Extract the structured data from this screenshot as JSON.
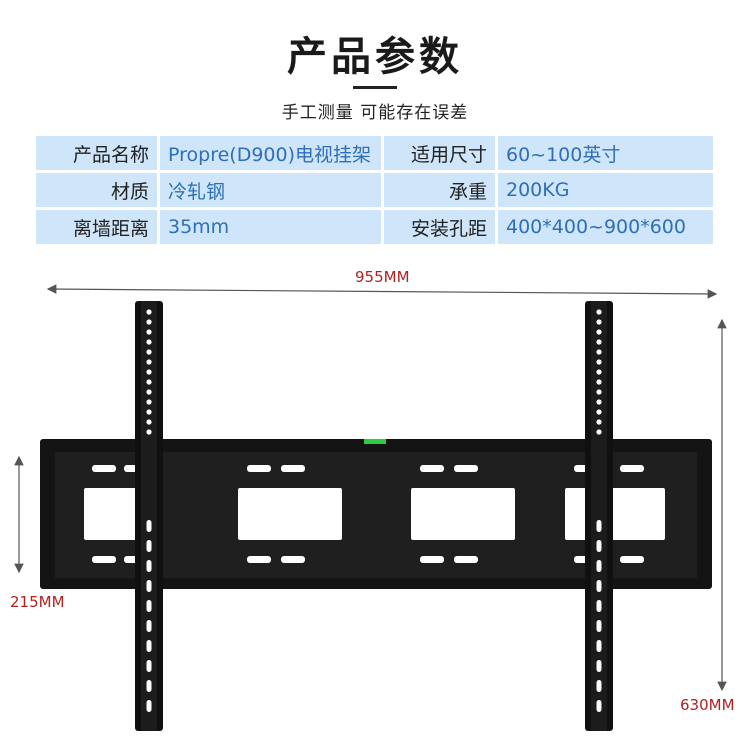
{
  "header": {
    "title": "产品参数",
    "subtitle": "手工测量 可能存在误差"
  },
  "specs": [
    {
      "label1": "产品名称",
      "value1": "Propre(D900)电视挂架",
      "label2": "适用尺寸",
      "value2": "60~100英寸"
    },
    {
      "label1": "材质",
      "value1": "冷轧钢",
      "label2": "承重",
      "value2": "200KG"
    },
    {
      "label1": "离墙距离",
      "value1": "35mm",
      "label2": "安装孔距",
      "value2": "400*400~900*600"
    }
  ],
  "dimensions": {
    "width": "955MM",
    "plate_height": "215MM",
    "arm_height": "630MM"
  },
  "colors": {
    "table_bg": "#cfe5f9",
    "value_text": "#2f6fb7",
    "dimension_text": "#b32020",
    "bracket": "#111111",
    "level_bubble": "#2ecc40"
  }
}
